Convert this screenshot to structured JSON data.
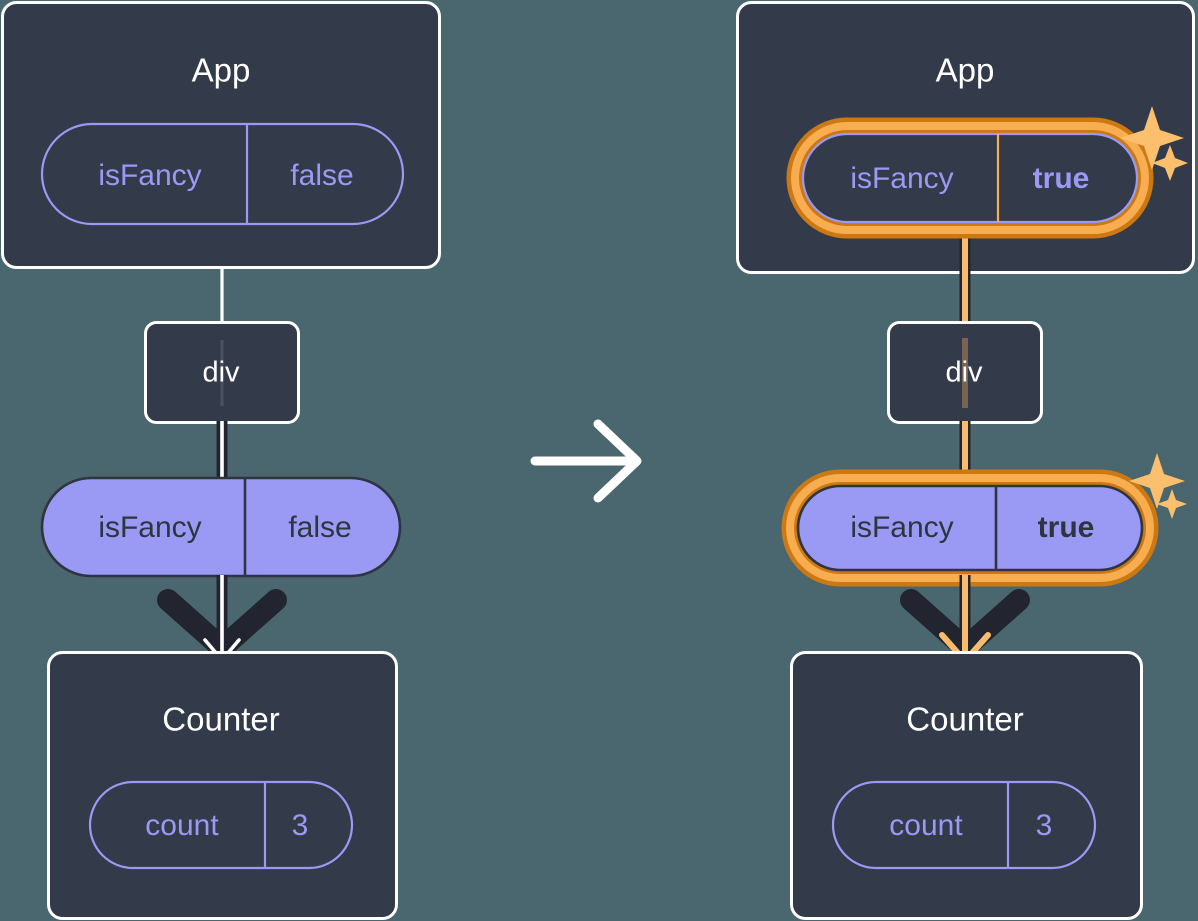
{
  "meta": {
    "title": "React state update propagation diagram",
    "background_color": "#4a666e",
    "panel_color": "#333a49",
    "accent_color": "#f7ad50",
    "accent_glow_color": "#cc7914",
    "pill_purple": "#9a9af5",
    "connector_dark": "#22252f"
  },
  "transition": {
    "arrow_icon": "right-arrow-icon",
    "direction": "left-to-right"
  },
  "panels": [
    {
      "id": "before",
      "app": {
        "title": "App",
        "state_pill": {
          "key": "isFancy",
          "value": "false",
          "style": "outlined",
          "highlighted": false,
          "value_bold": false
        }
      },
      "div": {
        "label": "div"
      },
      "prop_pill": {
        "key": "isFancy",
        "value": "false",
        "style": "filled",
        "highlighted": false,
        "value_bold": false
      },
      "counter": {
        "title": "Counter",
        "state_pill": {
          "key": "count",
          "value": "3",
          "style": "outlined",
          "highlighted": false,
          "value_bold": false
        }
      },
      "arrow_color": "#ffffff",
      "sparkles": false
    },
    {
      "id": "after",
      "app": {
        "title": "App",
        "state_pill": {
          "key": "isFancy",
          "value": "true",
          "style": "outlined",
          "highlighted": true,
          "value_bold": true
        }
      },
      "div": {
        "label": "div"
      },
      "prop_pill": {
        "key": "isFancy",
        "value": "true",
        "style": "filled",
        "highlighted": true,
        "value_bold": true
      },
      "counter": {
        "title": "Counter",
        "state_pill": {
          "key": "count",
          "value": "3",
          "style": "outlined",
          "highlighted": false,
          "value_bold": false
        }
      },
      "arrow_color": "#f9bb6d",
      "sparkles": true
    }
  ]
}
